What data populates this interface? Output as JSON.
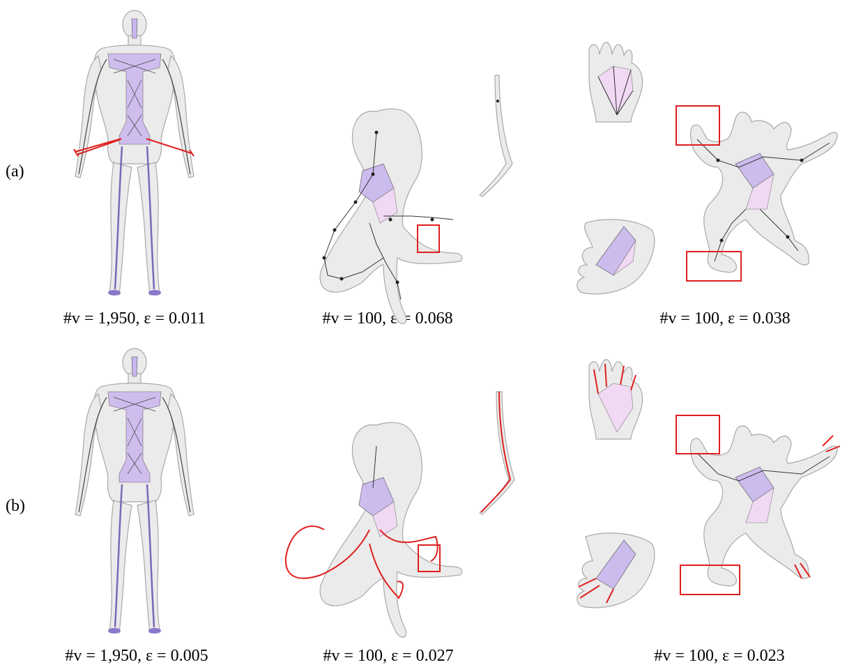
{
  "figure": {
    "rows": [
      {
        "label": "(a)",
        "captions": [
          "#v = 1,950, ε = 0.011",
          "#v = 100, ε = 0.068",
          "#v = 100, ε = 0.038"
        ]
      },
      {
        "label": "(b)",
        "captions": [
          "#v = 1,950, ε = 0.005",
          "#v = 100, ε = 0.027",
          "#v = 100, ε = 0.023"
        ]
      }
    ],
    "colors": {
      "mesh": "#e9e9e9",
      "mesh_outline": "#a8a8a8",
      "skeleton_fill": "#c9b6ee",
      "skeleton_fill_light": "#f1d9f4",
      "skeleton_edge": "#3a3a3a",
      "highlight_red": "#e01e1e",
      "node": "#222222"
    }
  }
}
